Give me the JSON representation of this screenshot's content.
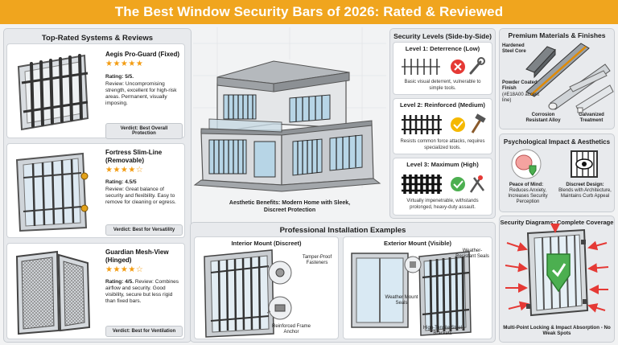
{
  "title": "The Best Window Security Bars of 2026: Rated & Reviewed",
  "colors": {
    "banner": "#f0a51e",
    "stars": "#f39c12",
    "good": "#4caf50",
    "bad": "#e53935",
    "warn": "#f5b800"
  },
  "reviews": {
    "title": "Top-Rated Systems & Reviews",
    "items": [
      {
        "name": "Aegis Pro-Guard (Fixed)",
        "stars": "★★★★★",
        "rating": 5,
        "rating_text": "Rating: 5/5.",
        "review": "Review: Uncompromising strength, excellent for high-risk areas. Permanent, visually imposing.",
        "verdict": "Verdict: Best Overall Protection"
      },
      {
        "name": "Fortress Slim-Line (Removable)",
        "stars": "★★★★☆",
        "rating": 4.5,
        "rating_text": "Rating: 4.5/5",
        "review": "Review: Great balance of security and flexibility. Easy to remove for cleaning or egress.",
        "verdict": "Verdict: Best for Versatility"
      },
      {
        "name": "Guardian Mesh-View (Hinged)",
        "stars": "★★★★☆",
        "rating": 4,
        "rating_text": "Rating: 4/5.",
        "review": "Review: Combines airflow and security. Good visibility, secure but less rigid than fixed bars.",
        "verdict": "Verdict: Best for Ventilation"
      }
    ]
  },
  "home": {
    "caption": "Aesthetic Benefits: Modern Home with Sleek, Discreet Protection"
  },
  "levels": {
    "title": "Security Levels (Side-by-Side)",
    "items": [
      {
        "title": "Level 1: Deterrence (Low)",
        "desc": "Basic visual deterrent, vulnerable to simple tools.",
        "status_icon": "x-icon"
      },
      {
        "title": "Level 2: Reinforced (Medium)",
        "desc": "Resists common force attacks, requires specialized tools.",
        "status_icon": "check-icon"
      },
      {
        "title": "Level 3: Maximum (High)",
        "desc": "Virtually impenetrable, withstands prolonged, heavy-duty assault.",
        "status_icon": "check-icon"
      }
    ]
  },
  "materials": {
    "title": "Premium Materials & Finishes",
    "labels": {
      "core": "Hardened Steel Core",
      "powder": "Powder Coated Finish",
      "accent": "(#E18A00 accent line)",
      "alloy": "Corrosion Resistant Alloy",
      "galv": "Galvanized Treatment"
    }
  },
  "psych": {
    "title": "Psychological Impact & Aesthetics",
    "peace_title": "Peace of Mind:",
    "peace_text": "Reduces Anxiety, Increases Security Perception",
    "design_title": "Discreet Design:",
    "design_text": "Blends with Architecture, Maintains Curb Appeal"
  },
  "diagram": {
    "title": "Security Diagrams: Complete Coverage",
    "caption": "Multi-Point Locking & Impact Absorption - No Weak Spots"
  },
  "install": {
    "title": "Professional Installation Examples",
    "interior": {
      "title": "Interior Mount (Discreet)",
      "fasteners": "Tamper-Proof Fasteners",
      "anchor": "Reinforced Frame Anchor"
    },
    "exterior": {
      "title": "Exterior Mount (Visible)",
      "seals": "Weather-Resistant Seals",
      "mount_seals": "Weather Mount Seals",
      "brackets": "High-Tensile Steel Brackets"
    }
  }
}
